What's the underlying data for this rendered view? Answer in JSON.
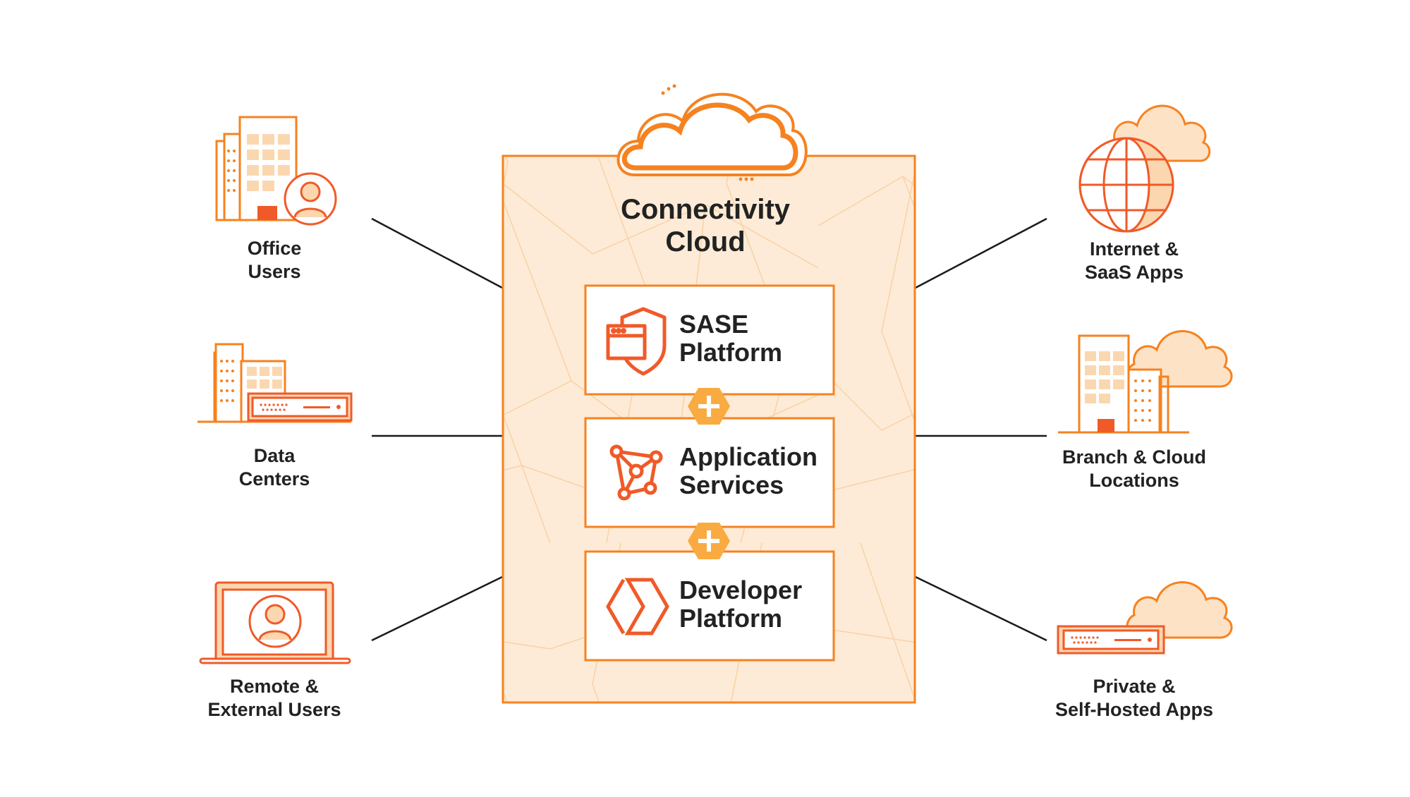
{
  "colors": {
    "accent": "#f6821f",
    "accent_dark": "#f05a28",
    "fill_light": "#fbd7b0",
    "panel_bg": "#fdebd7",
    "plus_bg": "#f9ab41",
    "line": "#1a1a1a",
    "text": "#222222"
  },
  "center": {
    "title_line1": "Connectivity",
    "title_line2": "Cloud",
    "services": [
      {
        "icon": "shield-browser-icon",
        "line1": "SASE",
        "line2": "Platform"
      },
      {
        "icon": "network-nodes-icon",
        "line1": "Application",
        "line2": "Services"
      },
      {
        "icon": "chevrons-icon",
        "line1": "Developer",
        "line2": "Platform"
      }
    ],
    "plus_symbol": "+"
  },
  "left": [
    {
      "icon": "office-building-user-icon",
      "line1": "Office",
      "line2": "Users"
    },
    {
      "icon": "data-center-server-icon",
      "line1": "Data",
      "line2": "Centers"
    },
    {
      "icon": "laptop-user-icon",
      "line1": "Remote &",
      "line2": "External Users"
    }
  ],
  "right": [
    {
      "icon": "globe-cloud-icon",
      "line1": "Internet &",
      "line2": "SaaS Apps"
    },
    {
      "icon": "building-cloud-icon",
      "line1": "Branch & Cloud",
      "line2": "Locations"
    },
    {
      "icon": "server-cloud-icon",
      "line1": "Private &",
      "line2": "Self-Hosted Apps"
    }
  ]
}
